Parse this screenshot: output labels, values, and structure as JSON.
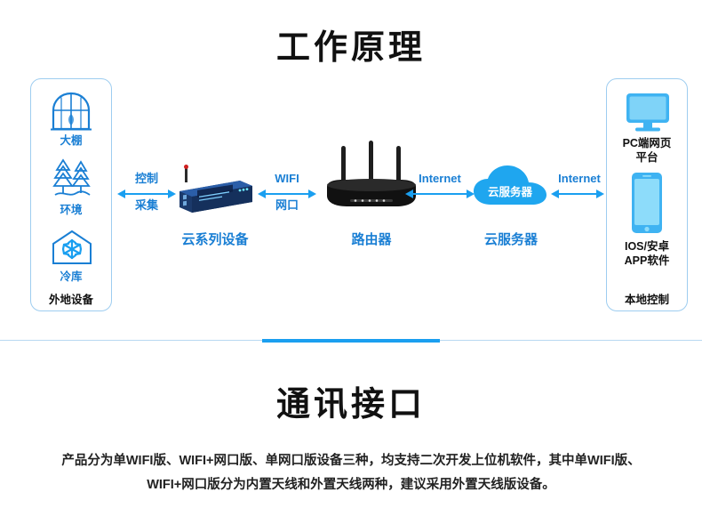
{
  "sections": {
    "title_top": "工作原理",
    "title_bottom": "通讯接口",
    "description_line1": "产品分为单WIFI版、WIFI+网口版、单网口版设备三种，均支持二次开发上位机软件，其中单WIFI版、",
    "description_line2": "WIFI+网口版分为内置天线和外置天线两种，建议采用外置天线版设备。"
  },
  "diagram": {
    "left_panel": {
      "items": [
        {
          "icon": "greenhouse-icon",
          "label": "大棚"
        },
        {
          "icon": "environment-tree-icon",
          "label": "环境"
        },
        {
          "icon": "cold-storage-icon",
          "label": "冷库"
        }
      ],
      "caption": "外地设备"
    },
    "link_device": {
      "line1": "控制",
      "line2": "采集"
    },
    "device": {
      "icon": "serial-gateway-device-icon",
      "label": "云系列设备"
    },
    "link_wifi": {
      "line1": "WIFI",
      "line2": "网口"
    },
    "router": {
      "icon": "wireless-router-icon",
      "label": "路由器"
    },
    "link_internet_left": "Internet",
    "cloud": {
      "icon": "cloud-server-icon",
      "cloud_text": "云服务器",
      "label": "云服务器"
    },
    "link_internet_right": "Internet",
    "right_panel": {
      "items": [
        {
          "icon": "desktop-monitor-icon",
          "label_line1": "PC端网页",
          "label_line2": "平台"
        },
        {
          "icon": "smartphone-icon",
          "label_line1": "IOS/安卓",
          "label_line2": "APP软件"
        }
      ],
      "caption": "本地控制"
    }
  },
  "colors": {
    "accent_blue": "#1a9ff0",
    "label_blue": "#1a7fd4",
    "border_blue": "#9ecdf0",
    "text_dark": "#111111"
  }
}
